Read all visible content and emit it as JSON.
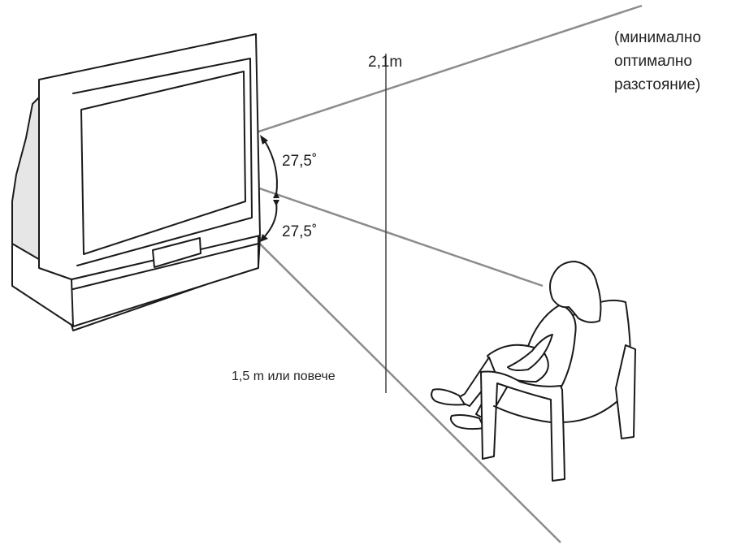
{
  "labels": {
    "upper_angle": "27,5˚",
    "lower_angle": "27,5˚",
    "distance_optimal": "2,1m",
    "optimal_note_line1": "(минимално",
    "optimal_note_line2": "оптимално",
    "optimal_note_line3": "разстояние)",
    "distance_min": "1,5 m или повече"
  },
  "colors": {
    "line_art": "#1a1a1a",
    "sight_lines": "#8c8c8c",
    "text": "#222222"
  }
}
